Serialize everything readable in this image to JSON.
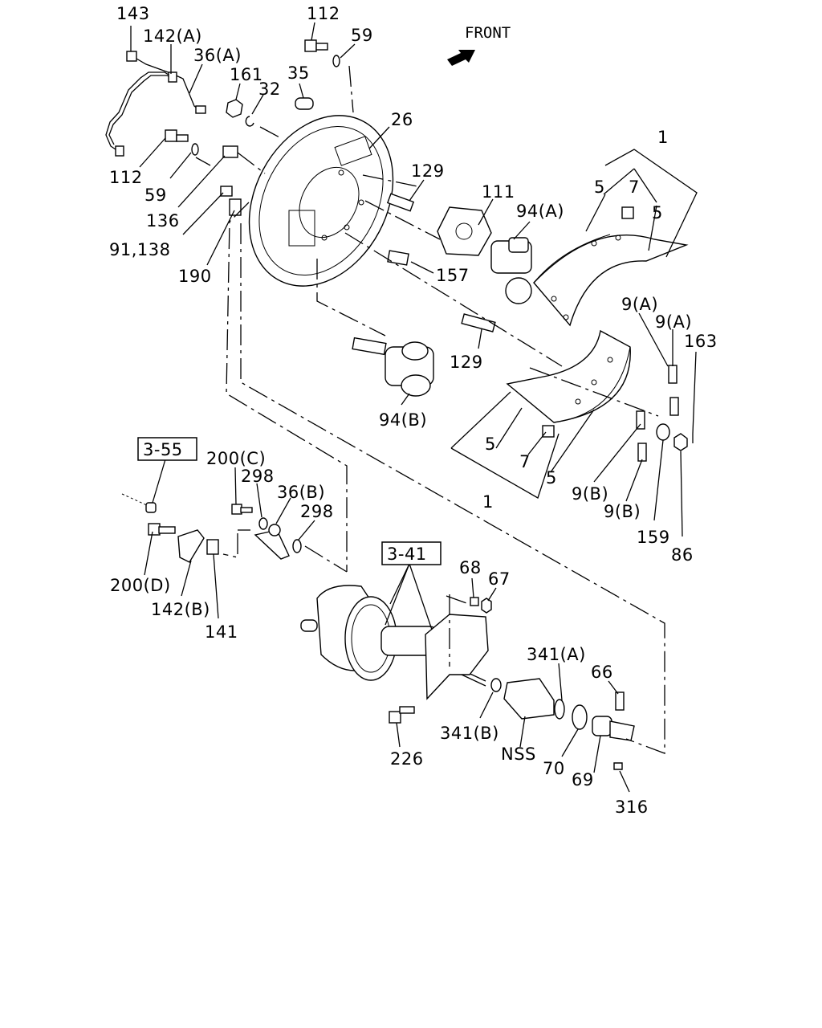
{
  "direction_label": "FRONT",
  "reference_boxes": {
    "ref_a": "3-55",
    "ref_b": "3-41"
  },
  "callouts": {
    "c143": "143",
    "c142a": "142(A)",
    "c36a": "36(A)",
    "c112_top": "112",
    "c59_top": "59",
    "c161": "161",
    "c32": "32",
    "c35": "35",
    "c26": "26",
    "c112_left": "112",
    "c59_left": "59",
    "c136": "136",
    "c91_138": "91,138",
    "c190": "190",
    "c129_top": "129",
    "c111": "111",
    "c94a": "94(A)",
    "c1_top": "1",
    "c5_top_left": "5",
    "c7_top": "7",
    "c5_top_right": "5",
    "c157": "157",
    "c129_mid": "129",
    "c9a_1": "9(A)",
    "c9a_2": "9(A)",
    "c163": "163",
    "c94b": "94(B)",
    "c5_bot_left": "5",
    "c7_bot": "7",
    "c5_bot_right": "5",
    "c1_bot": "1",
    "c9b_1": "9(B)",
    "c9b_2": "9(B)",
    "c159": "159",
    "c86": "86",
    "c200c": "200(C)",
    "c298_1": "298",
    "c36b": "36(B)",
    "c298_2": "298",
    "c200d": "200(D)",
    "c142b": "142(B)",
    "c141": "141",
    "c68": "68",
    "c67": "67",
    "c341a": "341(A)",
    "c66": "66",
    "c341b": "341(B)",
    "c226": "226",
    "cnss": "NSS",
    "c70": "70",
    "c69": "69",
    "c316": "316"
  }
}
